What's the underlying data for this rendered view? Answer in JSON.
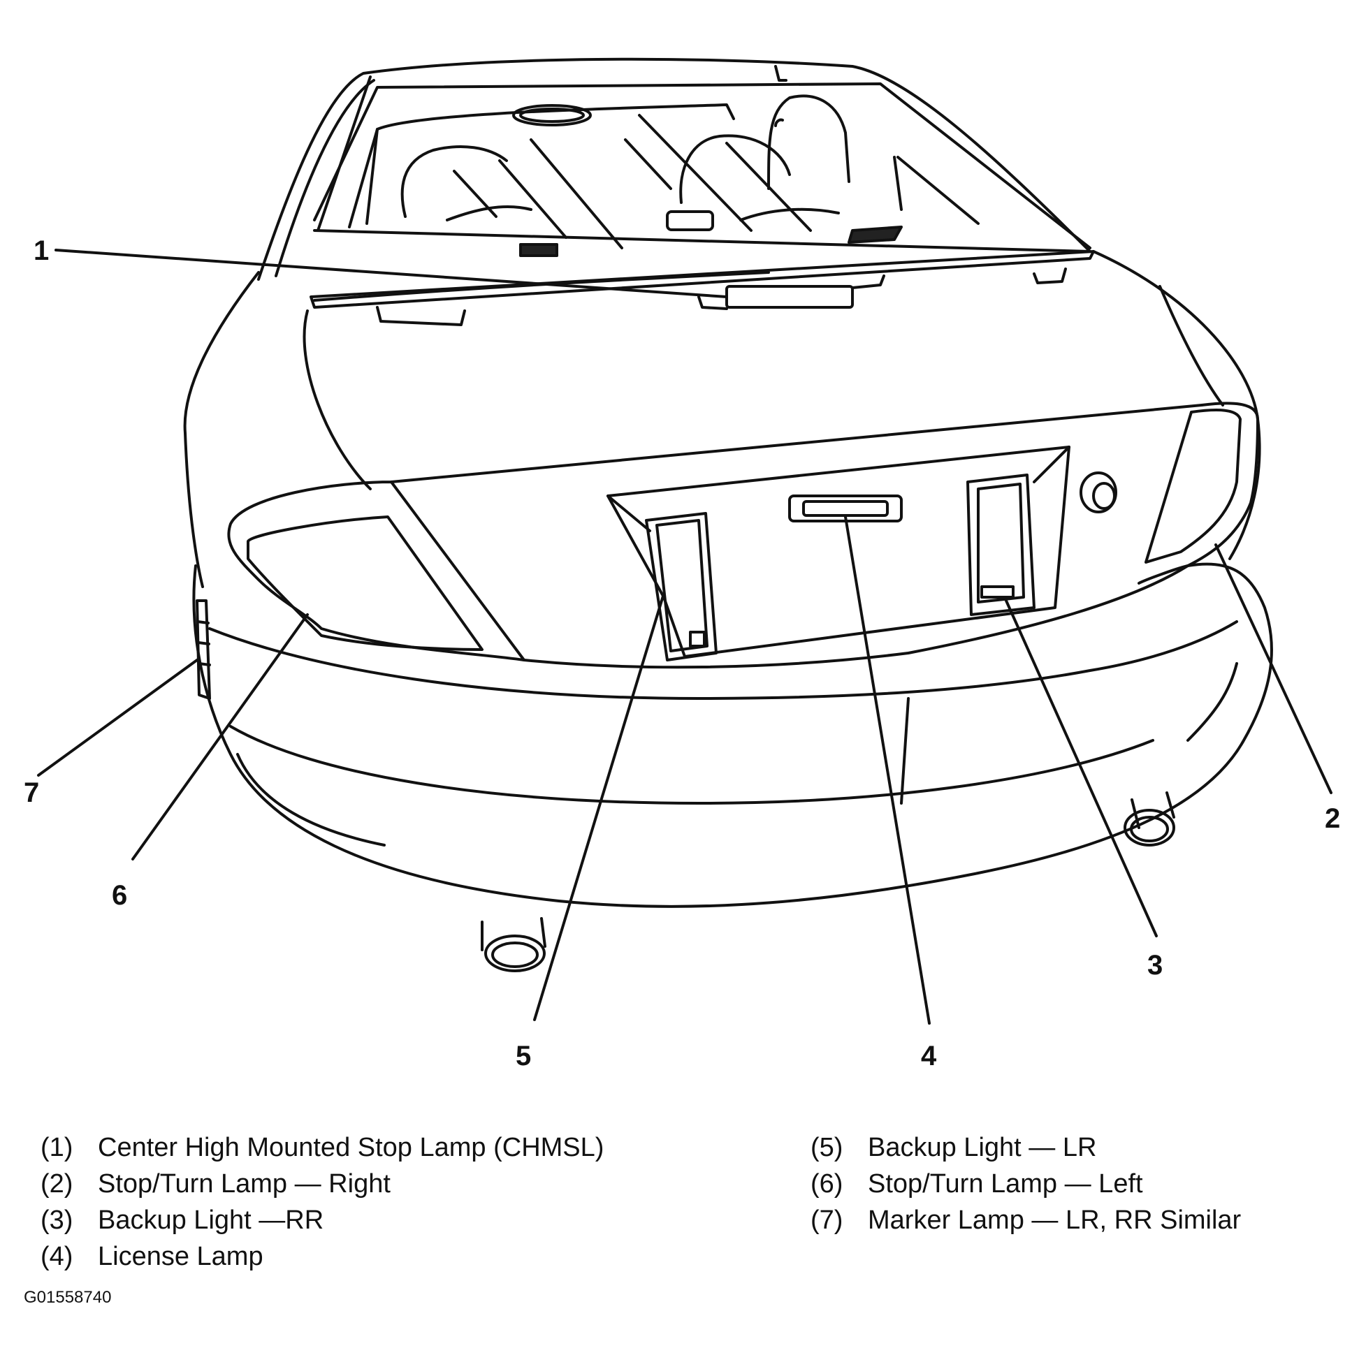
{
  "callouts": [
    {
      "id": "1",
      "label": "1"
    },
    {
      "id": "2",
      "label": "2"
    },
    {
      "id": "3",
      "label": "3"
    },
    {
      "id": "4",
      "label": "4"
    },
    {
      "id": "5",
      "label": "5"
    },
    {
      "id": "6",
      "label": "6"
    },
    {
      "id": "7",
      "label": "7"
    }
  ],
  "legend": {
    "left": [
      {
        "code": "(1)",
        "text": "Center High Mounted Stop Lamp (CHMSL)"
      },
      {
        "code": "(2)",
        "text": "Stop/Turn Lamp — Right"
      },
      {
        "code": "(3)",
        "text": "Backup Light —RR"
      },
      {
        "code": "(4)",
        "text": "License Lamp"
      }
    ],
    "right": [
      {
        "code": "(5)",
        "text": "Backup Light — LR"
      },
      {
        "code": "(6)",
        "text": "Stop/Turn Lamp — Left"
      },
      {
        "code": "(7)",
        "text": "Marker Lamp — LR, RR Similar"
      }
    ]
  },
  "figure_id": "G01558740"
}
